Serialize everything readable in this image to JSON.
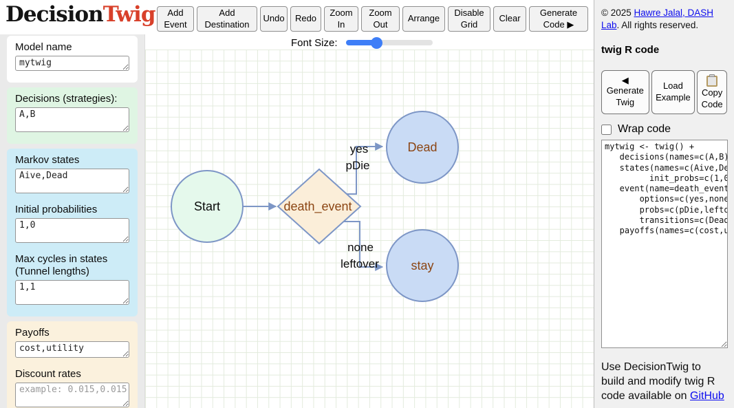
{
  "logo": {
    "part1": "Decision",
    "part2": "Twig"
  },
  "toolbar": {
    "buttons": [
      "Add\nEvent",
      "Add\nDestination",
      "Undo",
      "Redo",
      "Zoom\nIn",
      "Zoom\nOut",
      "Arrange",
      "Disable\nGrid",
      "Clear",
      "Generate\nCode ▶"
    ]
  },
  "sidebar": {
    "sections": [
      {
        "color": "#ffffff",
        "fields": [
          {
            "label": "Model name",
            "value": "mytwig"
          }
        ]
      },
      {
        "color": "#dff5e3",
        "fields": [
          {
            "label": "Decisions (strategies):",
            "value": "A,B"
          }
        ]
      },
      {
        "color": "#cdecf7",
        "fields": [
          {
            "label": "Markov states",
            "value": "Aive,Dead"
          },
          {
            "label": "Initial probabilities",
            "value": "1,0"
          },
          {
            "label": "Max cycles in states (Tunnel lengths)",
            "value": "1,1"
          }
        ]
      },
      {
        "color": "#fbf1dd",
        "fields": [
          {
            "label": "Payoffs",
            "value": "cost,utility"
          },
          {
            "label": "Discount rates",
            "value": "",
            "placeholder": "example: 0.015,0.015"
          }
        ]
      }
    ]
  },
  "canvas": {
    "font_size_label": "Font Size:",
    "font_size_value": 33,
    "nodes": {
      "start": {
        "label": "Start",
        "shape": "circle",
        "fill": "#e5f9ec"
      },
      "event": {
        "label": "death_event",
        "shape": "diamond",
        "fill": "#fbeed9"
      },
      "dead": {
        "label": "Dead",
        "shape": "circle",
        "fill": "#c9dbf5"
      },
      "stay": {
        "label": "stay",
        "shape": "circle",
        "fill": "#c9dbf5"
      }
    },
    "edges": [
      {
        "from": "Start",
        "to": "death_event",
        "labels": []
      },
      {
        "from": "death_event",
        "to": "Dead",
        "labels": [
          "yes",
          "pDie"
        ]
      },
      {
        "from": "death_event",
        "to": "stay",
        "labels": [
          "none",
          "leftover"
        ]
      }
    ]
  },
  "right_panel": {
    "copyright_prefix": "© 2025 ",
    "copyright_link": "Hawre Jalal, DASH Lab",
    "copyright_suffix": ". All rights reserved.",
    "heading": "twig R code",
    "buttons": {
      "generate_twig_icon": "◀",
      "generate_twig": "Generate\nTwig",
      "load_example": "Load\nExample",
      "copy_code": "Copy\nCode"
    },
    "wrap_code_label": "Wrap code",
    "wrap_code_checked": false,
    "code_text": "mytwig <- twig() +\n   decisions(names=c(A,B)) +\n   states(names=c(Aive,Dead),\n         init_probs=c(1,0)) +\n   event(name=death_event,\n       options=c(yes,none),\n       probs=c(pDie,leftover),\n       transitions=c(Dead,stay)) +\n   payoffs(names=c(cost,utility))",
    "footer_text": "Use DecisionTwig to build and modify twig R code available on",
    "footer_link": "GitHub"
  },
  "colors": {
    "brand_red": "#d8402a",
    "node_border_blue": "#7d96c6",
    "node_text_brown": "#8b4513",
    "section_green": "#dff5e3",
    "section_blue": "#cdecf7",
    "section_tan": "#fbf1dd",
    "grid_line": "#e3ebdd",
    "slider_blue": "#3e7ef7",
    "link_blue": "#0b0bee"
  }
}
